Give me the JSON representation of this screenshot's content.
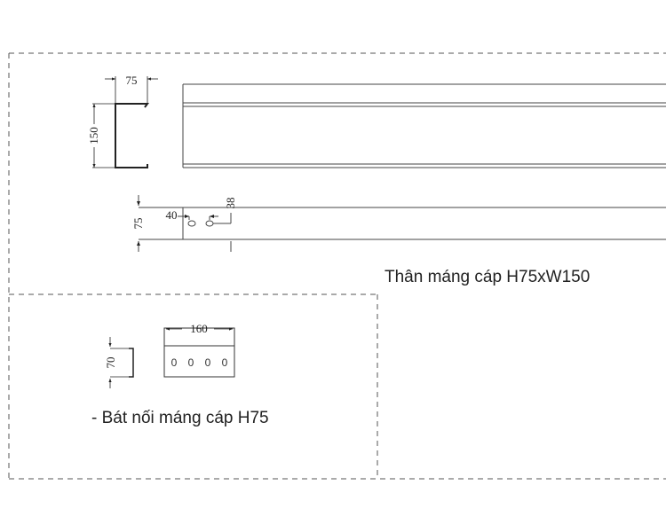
{
  "cable_tray": {
    "title": "Thân máng cáp H75xW150",
    "dims": {
      "width": "75",
      "height": "150",
      "side_height": "75",
      "hole_offset": "40",
      "hole_pitch": "38"
    }
  },
  "connector": {
    "title": "- Bát nối máng cáp H75",
    "dims": {
      "length": "160",
      "height": "70"
    },
    "hole_glyph": "0"
  },
  "colors": {
    "line": "#222222",
    "dashed": "#555555"
  }
}
